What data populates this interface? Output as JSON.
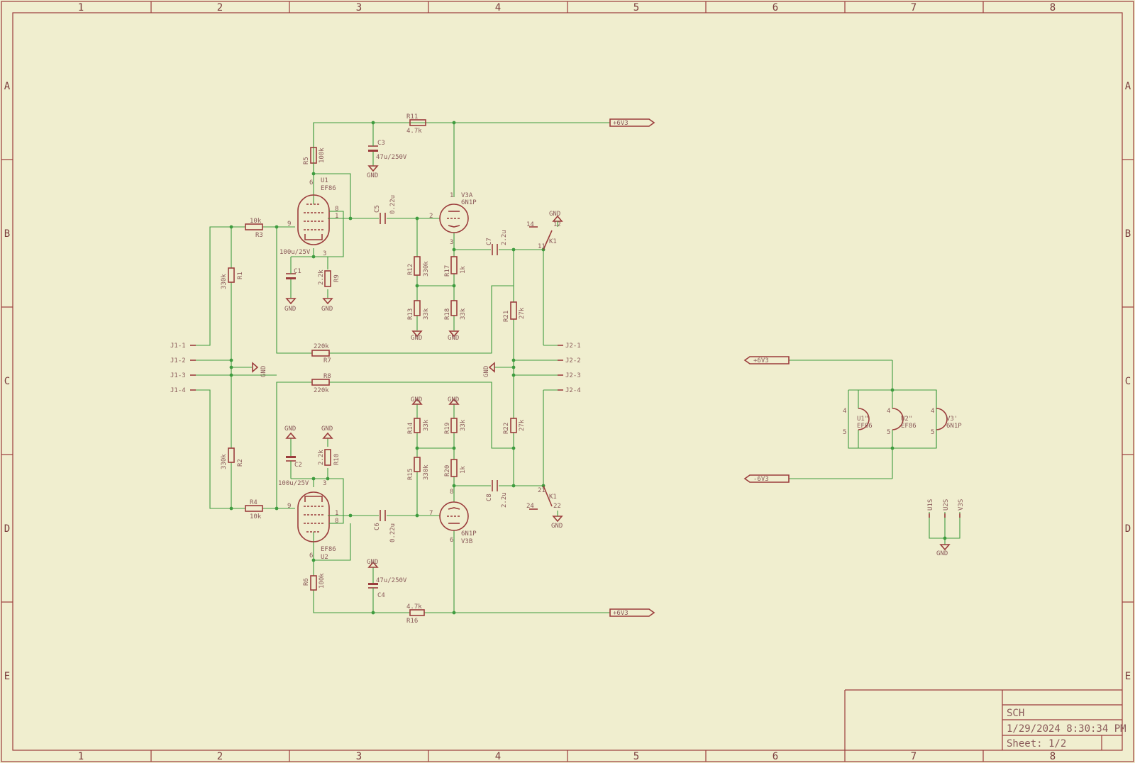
{
  "frame": {
    "columns": [
      "1",
      "2",
      "3",
      "4",
      "5",
      "6",
      "7",
      "8"
    ],
    "rows": [
      "A",
      "B",
      "C",
      "D",
      "E"
    ]
  },
  "title_block": {
    "name": "SCH",
    "datetime": "1/29/2024 8:30:34 PM",
    "sheet": "Sheet: 1/2"
  },
  "net_labels": {
    "p6v3_top": "+6V3",
    "p6v3_bottom": "+6V3",
    "p6v3_right": "+6V3",
    "m6v3_right": "-6V3",
    "gnd": "GND"
  },
  "connectors": {
    "j1": [
      "J1-1",
      "J1-2",
      "J1-3",
      "J1-4"
    ],
    "j2": [
      "J2-1",
      "J2-2",
      "J2-3",
      "J2-4"
    ]
  },
  "resistors": [
    {
      "ref": "R1",
      "value": "330k"
    },
    {
      "ref": "R2",
      "value": "330k"
    },
    {
      "ref": "R3",
      "value": "10k"
    },
    {
      "ref": "R4",
      "value": "10k"
    },
    {
      "ref": "R5",
      "value": "100k"
    },
    {
      "ref": "R6",
      "value": "100k"
    },
    {
      "ref": "R7",
      "value": "220k"
    },
    {
      "ref": "R8",
      "value": "220k"
    },
    {
      "ref": "R9",
      "value": "2.2k"
    },
    {
      "ref": "R10",
      "value": "2.2k"
    },
    {
      "ref": "R11",
      "value": "4.7k"
    },
    {
      "ref": "R12",
      "value": "330k"
    },
    {
      "ref": "R13",
      "value": "33k"
    },
    {
      "ref": "R14",
      "value": "33k"
    },
    {
      "ref": "R15",
      "value": "330k"
    },
    {
      "ref": "R16",
      "value": "4.7k"
    },
    {
      "ref": "R17",
      "value": "1k"
    },
    {
      "ref": "R18",
      "value": "33k"
    },
    {
      "ref": "R19",
      "value": "33k"
    },
    {
      "ref": "R20",
      "value": "1k"
    },
    {
      "ref": "R21",
      "value": "27k"
    },
    {
      "ref": "R22",
      "value": "27k"
    }
  ],
  "capacitors": [
    {
      "ref": "C1",
      "value": "100u/25V"
    },
    {
      "ref": "C2",
      "value": "100u/25V"
    },
    {
      "ref": "C3",
      "value": "47u/250V"
    },
    {
      "ref": "C4",
      "value": "47u/250V"
    },
    {
      "ref": "C5",
      "value": "0.22u"
    },
    {
      "ref": "C6",
      "value": "0.22u"
    },
    {
      "ref": "C7",
      "value": "2.2u"
    },
    {
      "ref": "C8",
      "value": "2.2u"
    }
  ],
  "tubes": [
    {
      "ref": "U1",
      "value": "EF86"
    },
    {
      "ref": "U2",
      "value": "EF86"
    },
    {
      "ref": "V3A",
      "value": "6N1P"
    },
    {
      "ref": "V3B",
      "value": "6N1P"
    }
  ],
  "relay": {
    "ref": "K1",
    "pins": [
      "14",
      "12",
      "11",
      "24",
      "22",
      "21"
    ]
  },
  "heaters": [
    {
      "ref": "U1\"",
      "value": "EF86"
    },
    {
      "ref": "U2\"",
      "value": "EF86"
    },
    {
      "ref": "V3'",
      "value": "6N1P"
    }
  ],
  "shields": [
    "U1S",
    "U2S",
    "V3S"
  ],
  "pins": {
    "u1": [
      "6",
      "9",
      "8",
      "1",
      "3"
    ],
    "u2": [
      "3",
      "9",
      "1",
      "8",
      "6"
    ],
    "v3a": [
      "1",
      "2",
      "3"
    ],
    "v3b": [
      "8",
      "7",
      "6"
    ],
    "heater": [
      "4",
      "5"
    ]
  }
}
